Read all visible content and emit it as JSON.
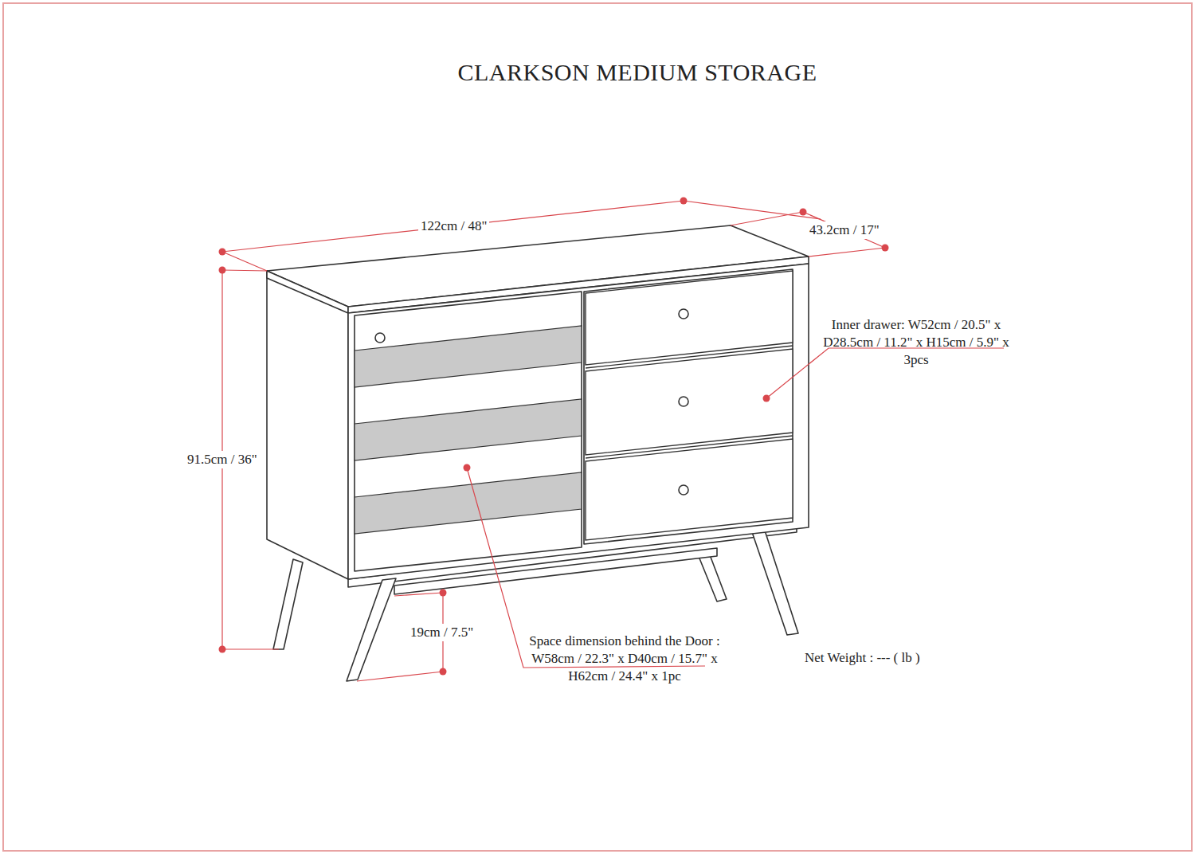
{
  "diagram": {
    "title": "CLARKSON MEDIUM STORAGE",
    "labels": [
      "122cm / 48\"",
      "43.2cm / 17\"",
      "91.5cm / 36\"",
      "19cm / 7.5\"",
      "Inner drawer: W52cm / 20.5\" x D28.5cm / 11.2\" x H15cm / 5.9\" x 3pcs",
      "Space dimension behind the Door : W58cm / 22.3\" x D40cm / 15.7\" x H62cm / 24.4\" x 1pc",
      "Net Weight : --- ( lb )"
    ]
  }
}
